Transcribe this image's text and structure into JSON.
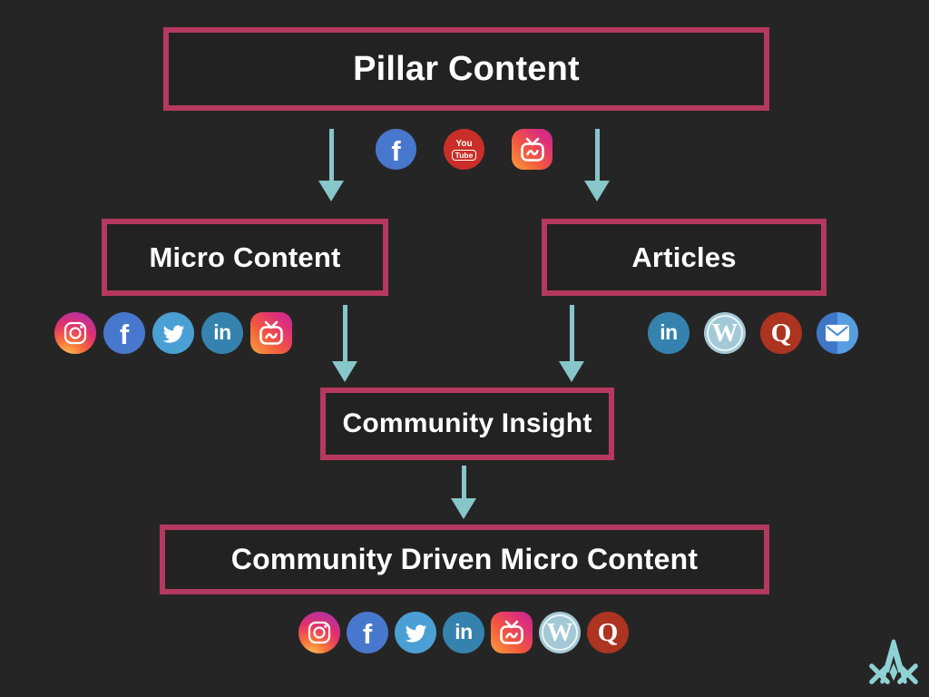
{
  "palette": {
    "background": "#262525",
    "box_border": "#b5395f",
    "box_background": "#232222",
    "arrow": "#87c6c9",
    "text": "#ffffff",
    "logo": "#8fd2d5"
  },
  "nodes": {
    "pillar": {
      "label": "Pillar Content"
    },
    "micro": {
      "label": "Micro Content"
    },
    "articles": {
      "label": "Articles"
    },
    "insight": {
      "label": "Community Insight"
    },
    "community_micro": {
      "label": "Community Driven Micro Content"
    }
  },
  "icons": {
    "facebook": {
      "name": "Facebook",
      "glyph": "f",
      "color": "#4878cd"
    },
    "youtube": {
      "name": "YouTube",
      "line1": "You",
      "line2": "Tube",
      "color": "#c92f28"
    },
    "igtv": {
      "name": "IGTV",
      "gradient": [
        "#f9a13c",
        "#f2583e",
        "#dd2f7b",
        "#c02a96"
      ]
    },
    "instagram": {
      "name": "Instagram",
      "gradient": [
        "#fdd468",
        "#f77637",
        "#e1306c",
        "#a334b8"
      ]
    },
    "twitter": {
      "name": "Twitter",
      "color": "#4aa0d5"
    },
    "linkedin": {
      "name": "LinkedIn",
      "glyph": "in",
      "color": "#3682ae"
    },
    "wordpress": {
      "name": "WordPress",
      "glyph": "W",
      "color": "#a3c9d6"
    },
    "quora": {
      "name": "Quora",
      "glyph": "Q",
      "color": "#ac3421"
    },
    "email": {
      "name": "Email",
      "color": "#4c8fd9"
    }
  },
  "rows": {
    "pillar_channels": [
      "facebook",
      "youtube",
      "igtv"
    ],
    "micro_channels": [
      "instagram",
      "facebook",
      "twitter",
      "linkedin",
      "igtv"
    ],
    "articles_channels": [
      "linkedin",
      "wordpress",
      "quora",
      "email"
    ],
    "community_channels": [
      "instagram",
      "facebook",
      "twitter",
      "linkedin",
      "igtv",
      "wordpress",
      "quora"
    ]
  }
}
